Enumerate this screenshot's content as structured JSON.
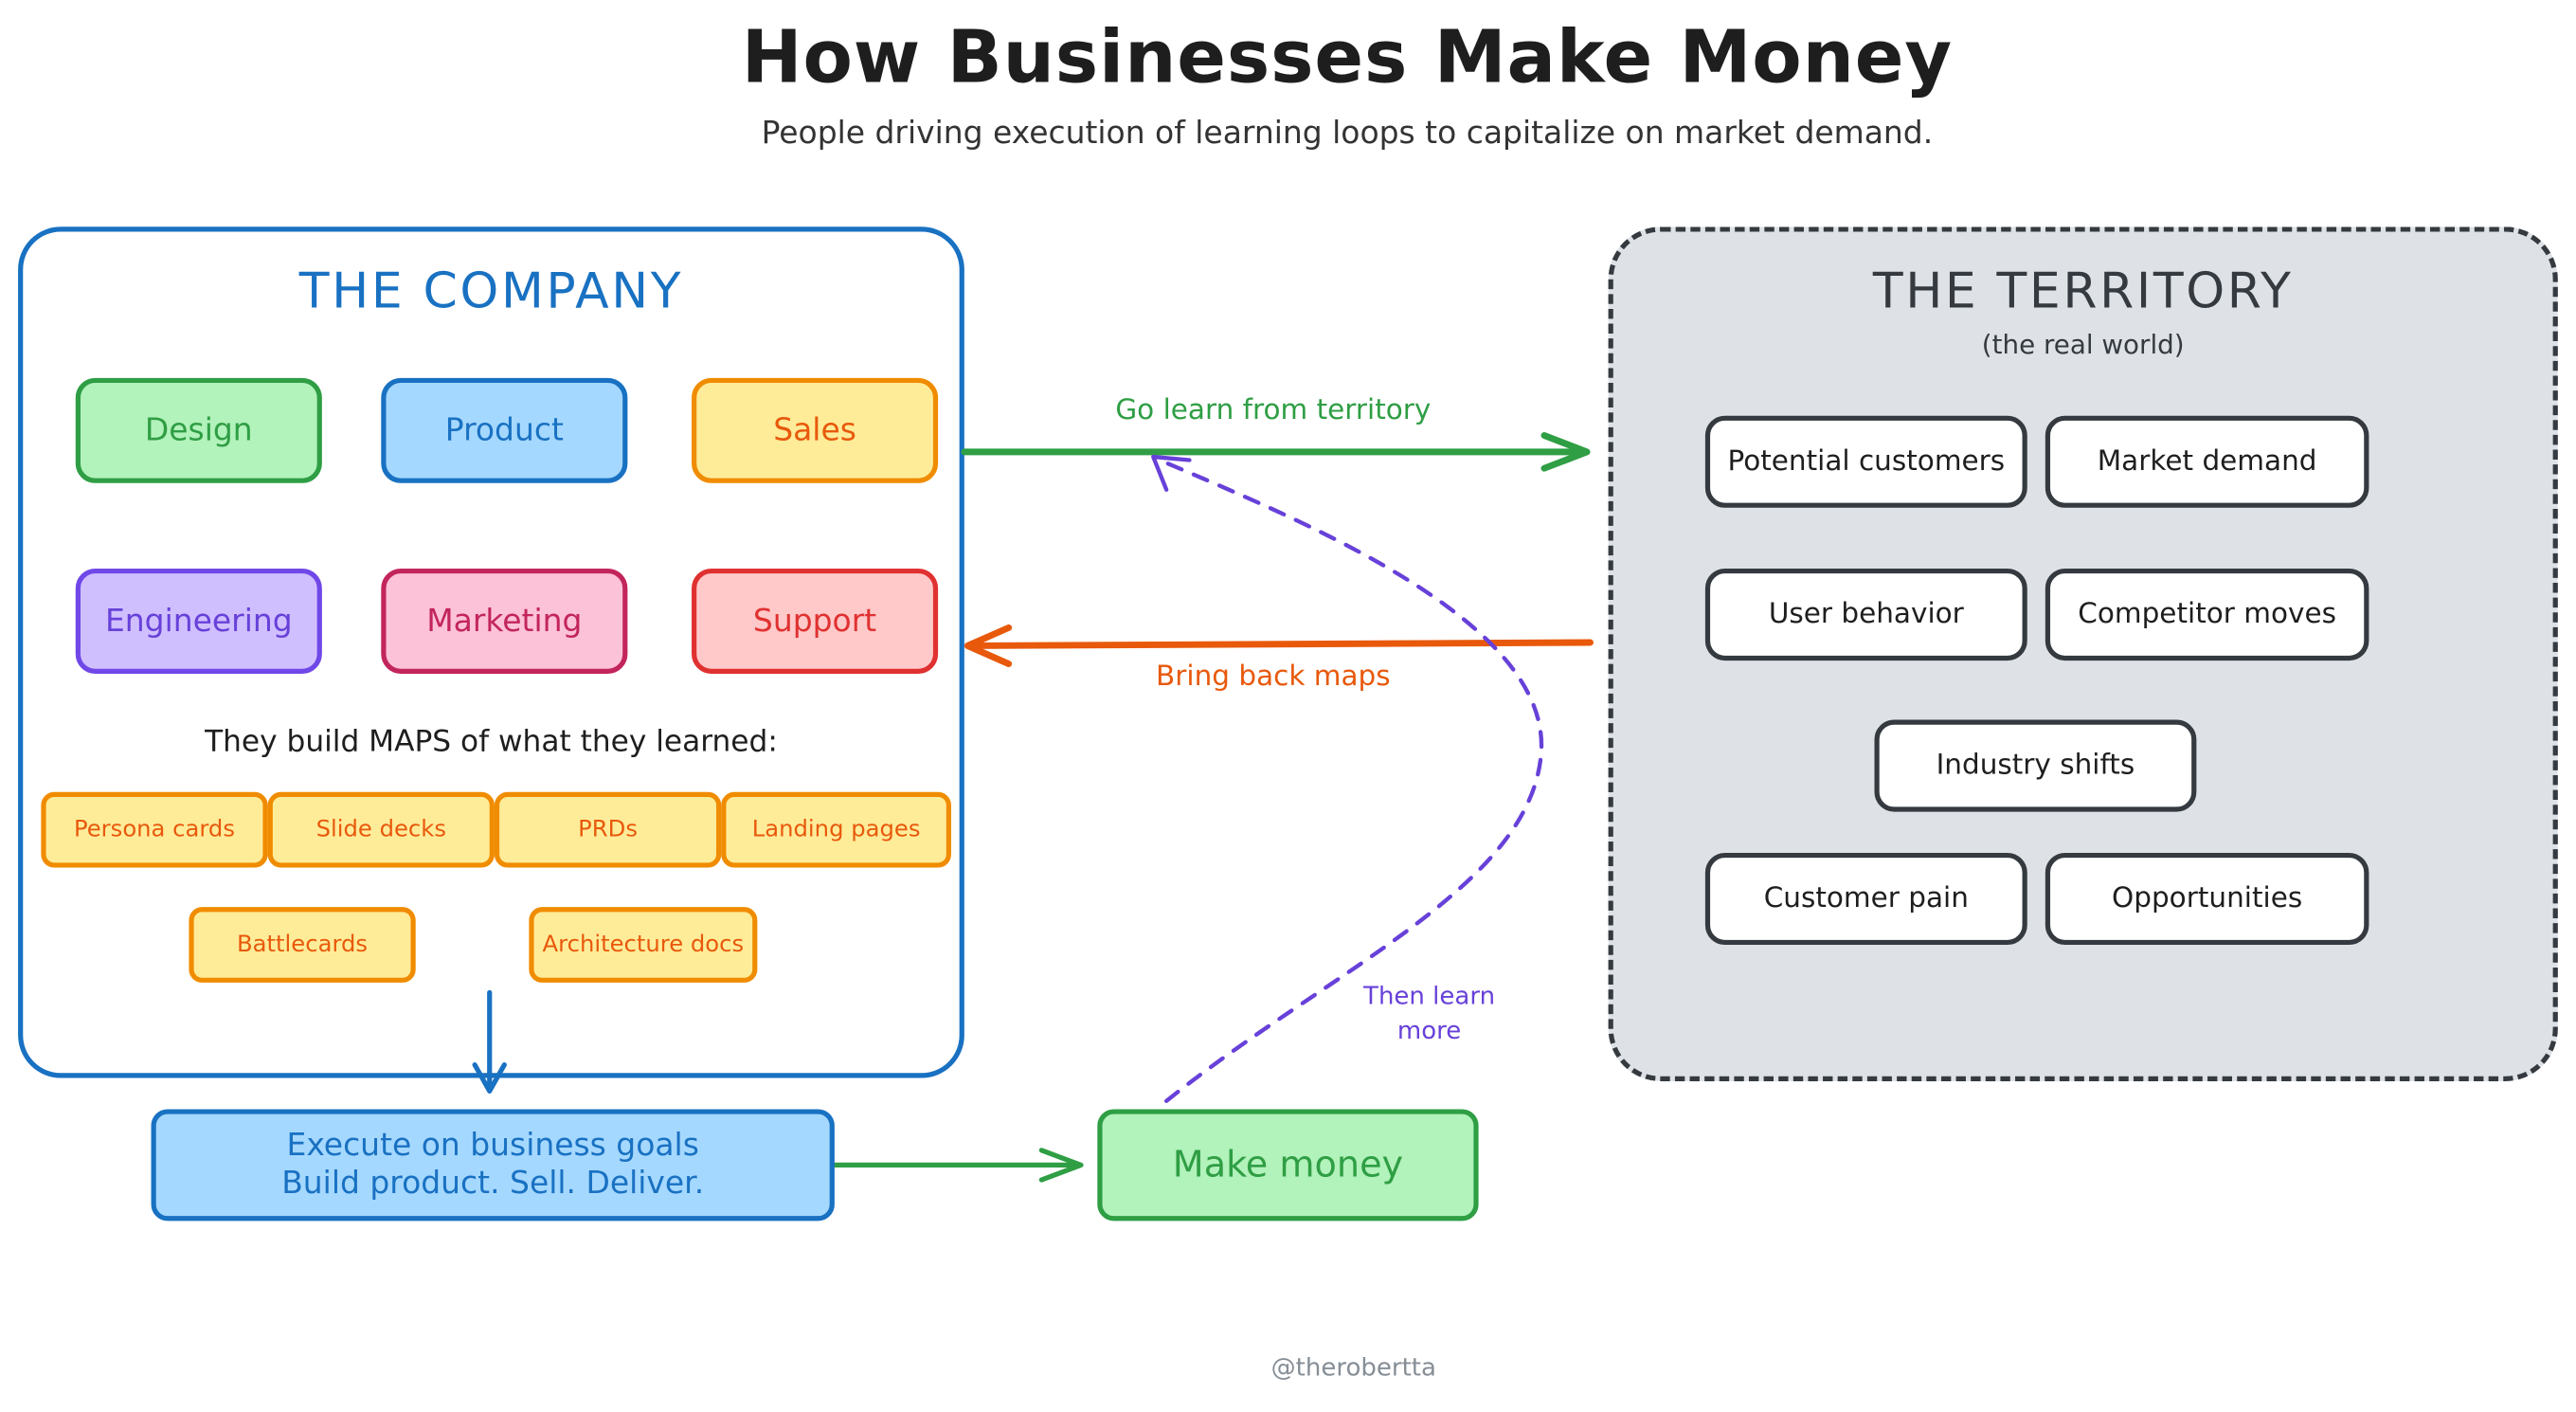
{
  "title": "How Businesses Make Money",
  "subtitle": "People driving execution of learning loops to capitalize on market demand.",
  "company": {
    "title": "THE COMPANY",
    "departments": [
      "Design",
      "Product",
      "Sales",
      "Engineering",
      "Marketing",
      "Support"
    ],
    "maps_label": "They build MAPS of what they learned:",
    "maps": [
      "Persona cards",
      "Slide decks",
      "PRDs",
      "Landing pages",
      "Battlecards",
      "Architecture docs"
    ]
  },
  "territory": {
    "title": "THE TERRITORY",
    "subtitle": "(the real world)",
    "items": [
      "Potential customers",
      "Market demand",
      "User behavior",
      "Competitor moves",
      "Industry shifts",
      "Customer pain",
      "Opportunities"
    ]
  },
  "arrows": {
    "go_learn": "Go learn from territory",
    "bring_back": "Bring back maps",
    "then_learn_line1": "Then learn",
    "then_learn_line2": "more"
  },
  "execute": {
    "line1": "Execute on business goals",
    "line2": "Build product. Sell. Deliver."
  },
  "make_money": "Make money",
  "credit": "@therobertta",
  "colors": {
    "blue": "#1971c2",
    "green": "#2f9e44",
    "orange": "#e8590c",
    "purple": "#6741d9",
    "dark": "#343a40",
    "territory_fill": "#dee2e6"
  }
}
